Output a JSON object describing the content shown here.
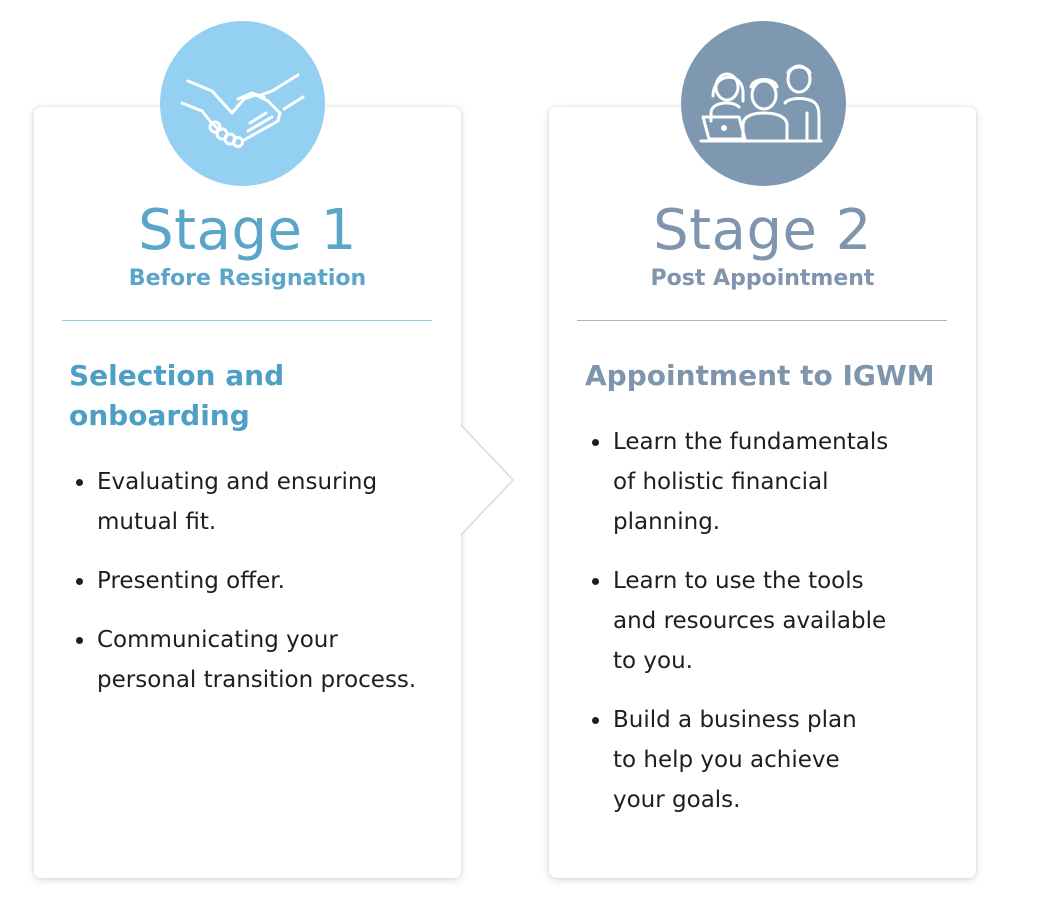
{
  "colors": {
    "stage1_accent": "#5aa5c8",
    "stage1_badge": "#93d0f2",
    "stage2_accent": "#7e95ad",
    "stage2_badge": "#7e98b1",
    "divider1": "#9ecbe2",
    "divider2": "#a6b6c8"
  },
  "stages": [
    {
      "icon": "handshake-icon",
      "title": "Stage 1",
      "subtitle": "Before Resignation",
      "heading": "Selection and\nonboarding",
      "bullets": [
        "Evaluating and ensuring\nmutual fit.",
        "Presenting offer.",
        "Communicating your\npersonal transition process."
      ]
    },
    {
      "icon": "team-laptop-icon",
      "title": "Stage 2",
      "subtitle": "Post Appointment",
      "heading": "Appointment to IGWM",
      "bullets": [
        "Learn the fundamentals\nof holistic financial\nplanning.",
        "Learn to use the tools\nand resources available\nto you.",
        "Build a business plan\nto help you achieve\nyour goals."
      ]
    }
  ]
}
